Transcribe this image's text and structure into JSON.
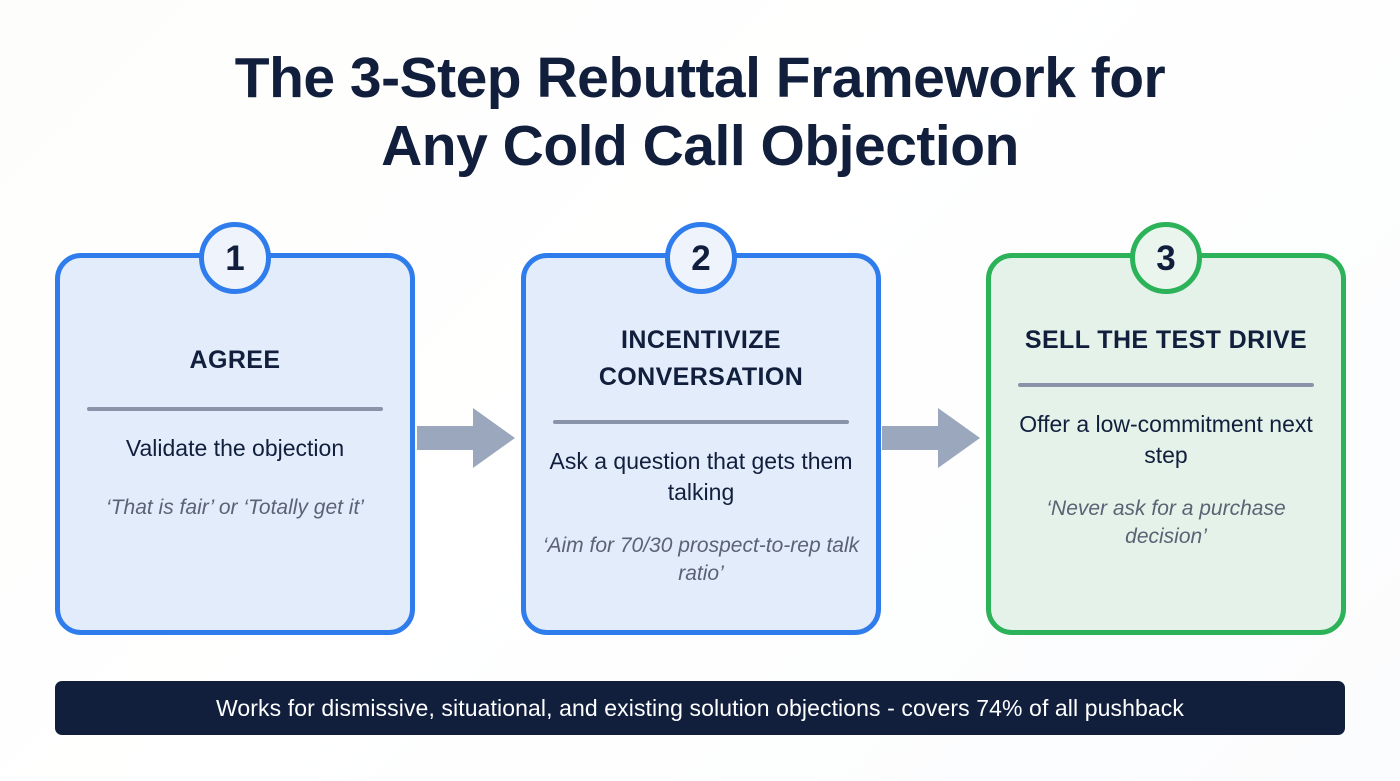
{
  "title": {
    "line1": "The 3-Step Rebuttal Framework for",
    "line2": "Any Cold Call Objection"
  },
  "colors": {
    "ink": "#111f3d",
    "blue_accent": "#2f7ced",
    "green_accent": "#2cb258",
    "blue_fill": "#e3ecfb",
    "green_fill": "#e4f2e9",
    "divider": "#8a94a8",
    "quote_text": "#5a6274",
    "arrow": "#9aa7bd",
    "footer_bg": "#111f3d",
    "page_bg": "#fdfdfb"
  },
  "steps": [
    {
      "number": "1",
      "heading": "AGREE",
      "body": "Validate the objection",
      "quote": "‘That is fair’ or ‘Totally get it’",
      "accent": "blue"
    },
    {
      "number": "2",
      "heading": "INCENTIVIZE CONVERSATION",
      "body": "Ask a question that gets them talking",
      "quote": "‘Aim for 70/30 prospect-to-rep talk ratio’",
      "accent": "blue"
    },
    {
      "number": "3",
      "heading": "SELL THE TEST DRIVE",
      "body": "Offer a low-commitment next step",
      "quote": "‘Never ask for a purchase decision’",
      "accent": "green"
    }
  ],
  "connectors": [
    {
      "icon": "arrow-right-icon"
    },
    {
      "icon": "arrow-right-icon"
    }
  ],
  "footer": {
    "text": "Works for dismissive, situational, and existing solution objections - covers 74% of all pushback",
    "stat": "74%"
  }
}
